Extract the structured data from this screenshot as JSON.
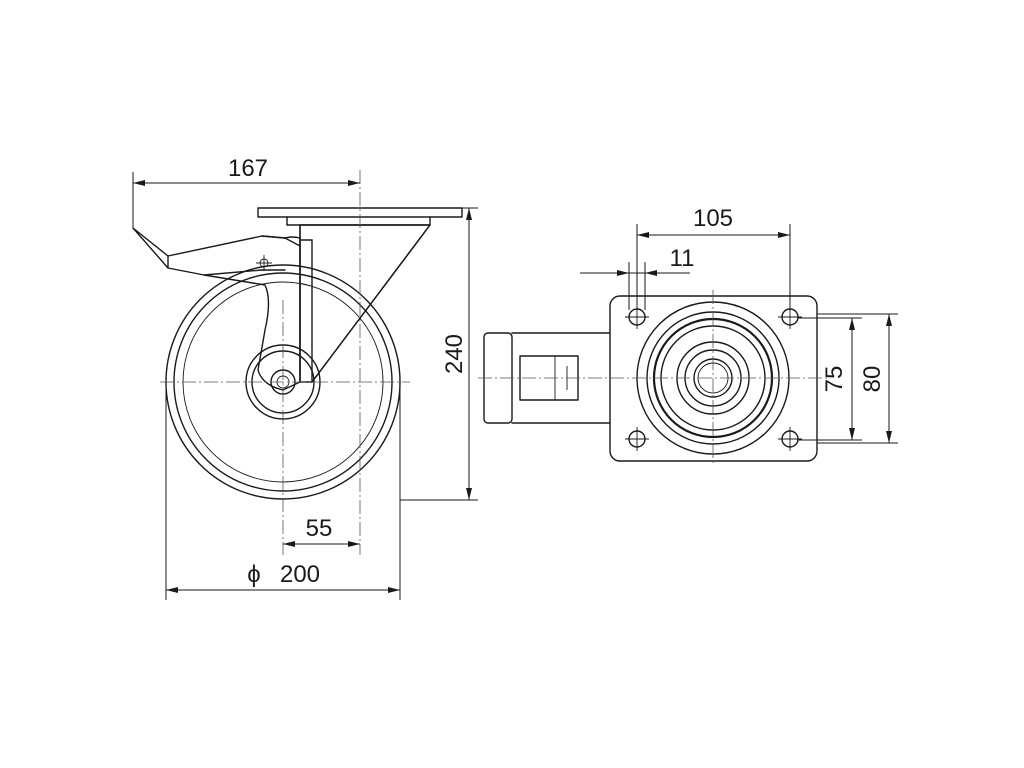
{
  "dimensions": {
    "width_167": "167",
    "height_240": "240",
    "offset_55": "55",
    "wheel_diameter_symbol": "ϕ",
    "wheel_diameter": "200",
    "plate_hole_spacing": "105",
    "bolt_hole": "11",
    "hole_spacing_short": "75",
    "plate_width_short": "80"
  }
}
